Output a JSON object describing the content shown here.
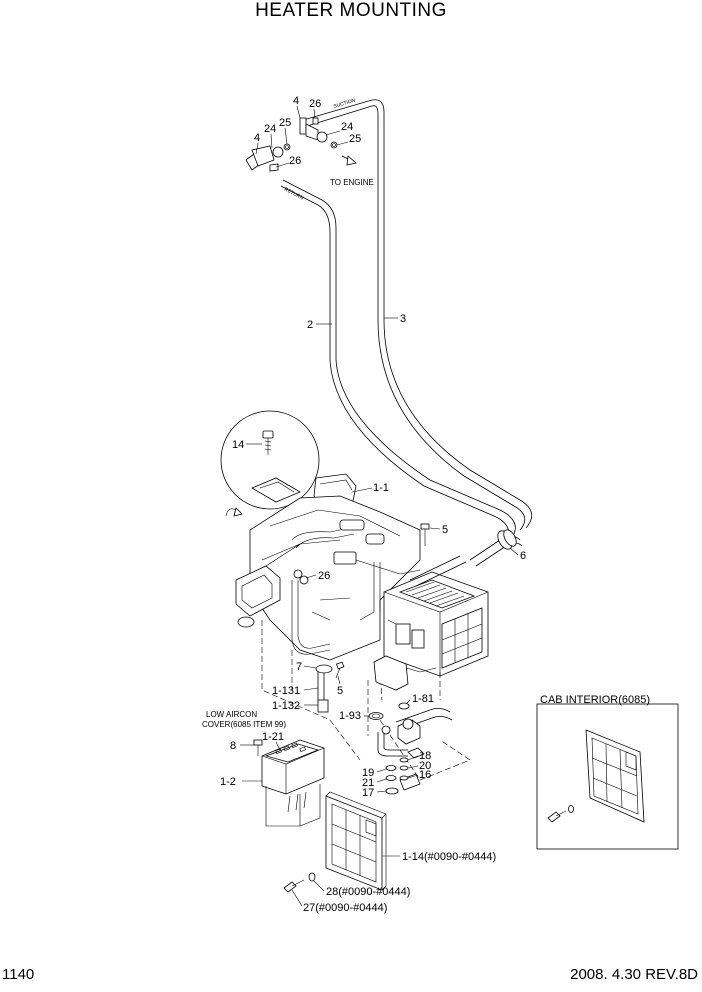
{
  "title": "HEATER MOUNTING",
  "page_number": "1140",
  "revision": "2008. 4.30  REV.8D",
  "annotations": {
    "to_engine": "TO ENGINE",
    "return_hose": "RETURN",
    "suction_hose": "SUCTION",
    "low_aircon_cover_line1": "LOW AIRCON",
    "low_aircon_cover_line2": "COVER(6085 ITEM 99)",
    "cab_interior": "CAB INTERIOR(6085)"
  },
  "callouts": {
    "c4a": "4",
    "c26a": "26",
    "c24a": "24",
    "c25a": "25",
    "c4b": "4",
    "c24b": "24",
    "c25b": "25",
    "c26b": "26",
    "c2": "2",
    "c3": "3",
    "c14": "14",
    "c1_1": "1-1",
    "c5a": "5",
    "c6": "6",
    "c26c": "26",
    "c7": "7",
    "c1_131": "1-131",
    "c5b": "5",
    "c1_132": "1-132",
    "c1_81": "1-81",
    "c1_93": "1-93",
    "c1_21": "1-21",
    "c8": "8",
    "c1_2": "1-2",
    "c18": "18",
    "c20": "20",
    "c19": "19",
    "c16": "16",
    "c21": "21",
    "c17": "17",
    "c1_14": "1-14(#0090-#0444)",
    "c28": "28(#0090-#0444)",
    "c27": "27(#0090-#0444)"
  }
}
